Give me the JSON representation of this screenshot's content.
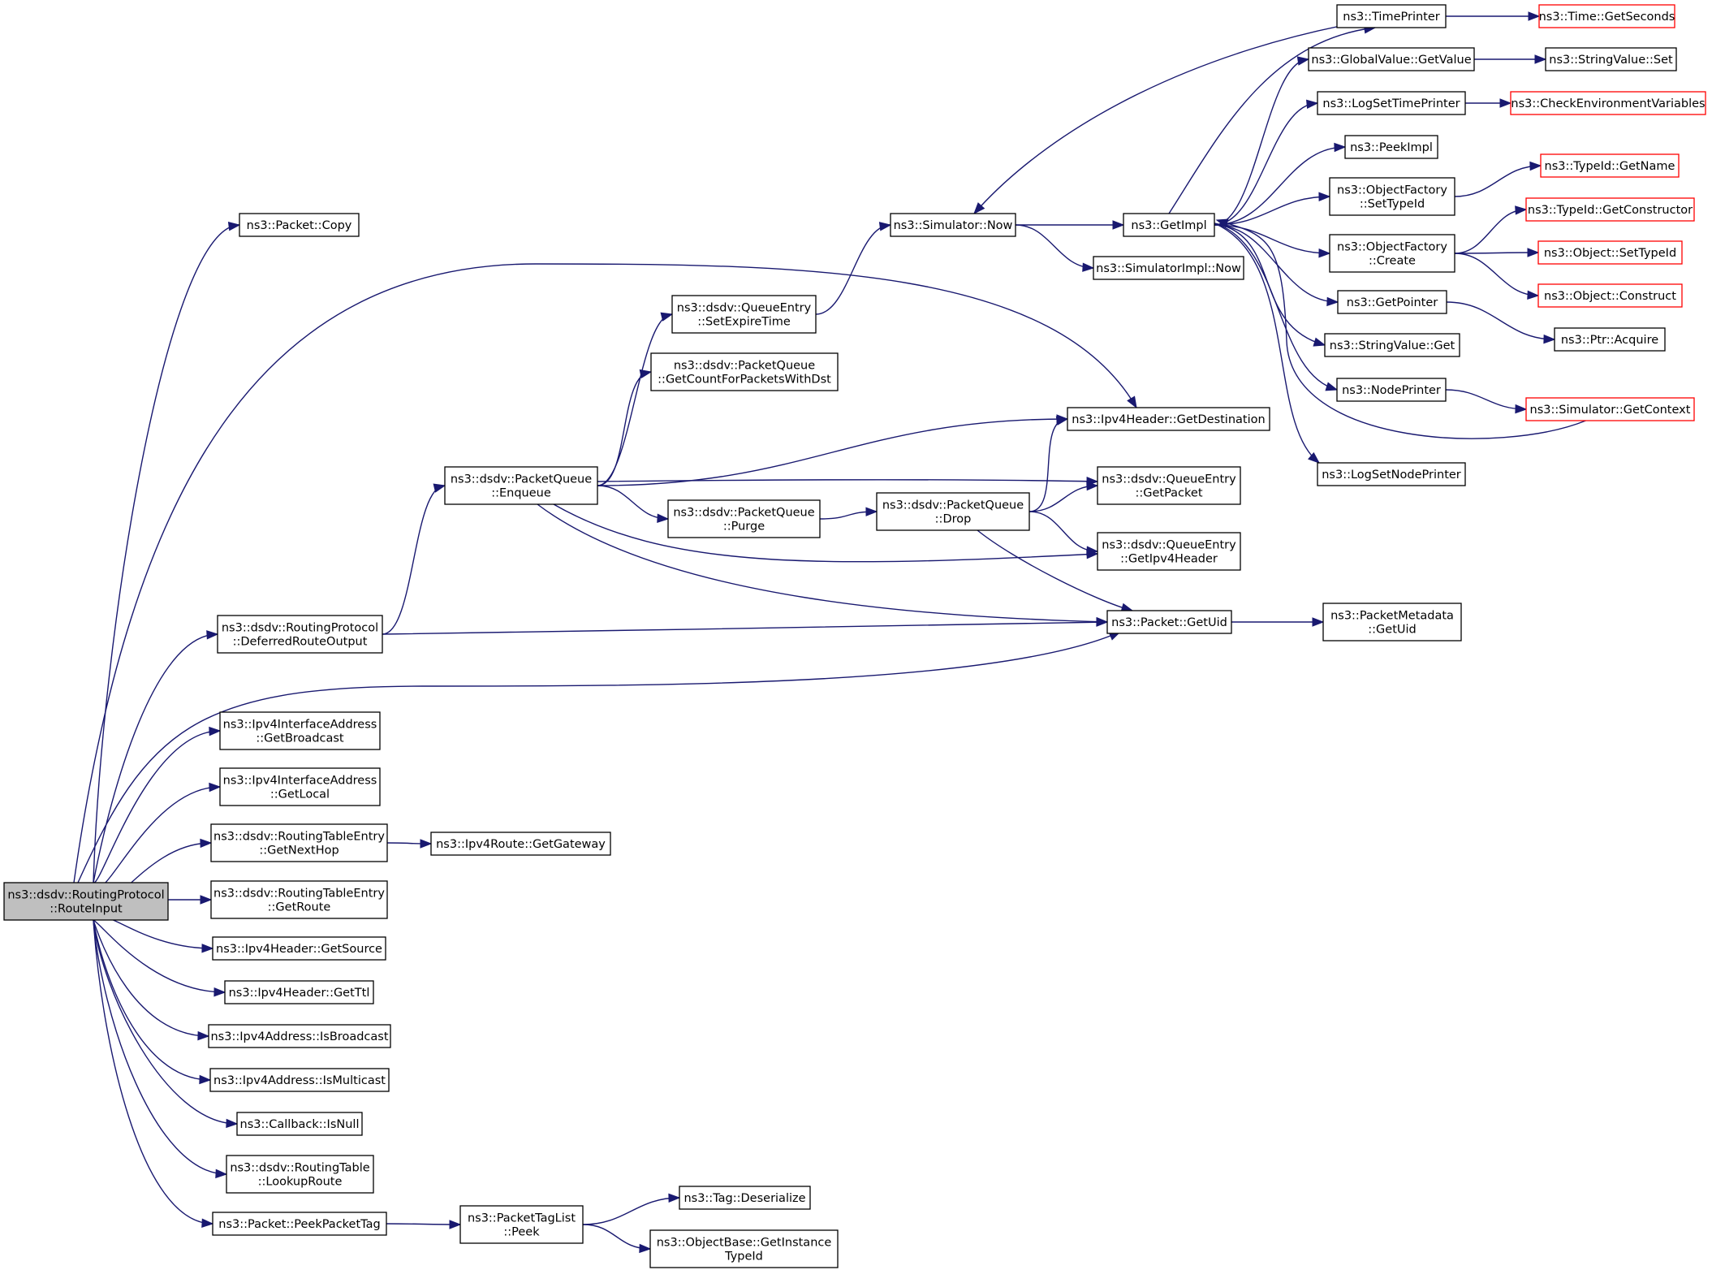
{
  "diagram": {
    "type": "call-graph",
    "colors": {
      "edge": "#191970",
      "root_fill": "#bfbfbf",
      "node_border": "#000000",
      "external_node_border": "#ff0000",
      "background": "#ffffff"
    },
    "nodes": [
      {
        "id": "root",
        "lines": [
          "ns3::dsdv::RoutingProtocol",
          "::RouteInput"
        ],
        "style": "root"
      },
      {
        "id": "packet_copy",
        "lines": [
          "ns3::Packet::Copy"
        ],
        "style": "normal"
      },
      {
        "id": "deferred",
        "lines": [
          "ns3::dsdv::RoutingProtocol",
          "::DeferredRouteOutput"
        ],
        "style": "normal"
      },
      {
        "id": "getbroadcast",
        "lines": [
          "ns3::Ipv4InterfaceAddress",
          "::GetBroadcast"
        ],
        "style": "normal"
      },
      {
        "id": "getlocal",
        "lines": [
          "ns3::Ipv4InterfaceAddress",
          "::GetLocal"
        ],
        "style": "normal"
      },
      {
        "id": "getnexthop",
        "lines": [
          "ns3::dsdv::RoutingTableEntry",
          "::GetNextHop"
        ],
        "style": "normal"
      },
      {
        "id": "getroute",
        "lines": [
          "ns3::dsdv::RoutingTableEntry",
          "::GetRoute"
        ],
        "style": "normal"
      },
      {
        "id": "getsource",
        "lines": [
          "ns3::Ipv4Header::GetSource"
        ],
        "style": "normal"
      },
      {
        "id": "getttl",
        "lines": [
          "ns3::Ipv4Header::GetTtl"
        ],
        "style": "normal"
      },
      {
        "id": "isbroadcast",
        "lines": [
          "ns3::Ipv4Address::IsBroadcast"
        ],
        "style": "normal"
      },
      {
        "id": "ismulticast",
        "lines": [
          "ns3::Ipv4Address::IsMulticast"
        ],
        "style": "normal"
      },
      {
        "id": "isnull",
        "lines": [
          "ns3::Callback::IsNull"
        ],
        "style": "normal"
      },
      {
        "id": "lookuproute",
        "lines": [
          "ns3::dsdv::RoutingTable",
          "::LookupRoute"
        ],
        "style": "normal"
      },
      {
        "id": "peekpackettag",
        "lines": [
          "ns3::Packet::PeekPacketTag"
        ],
        "style": "normal"
      },
      {
        "id": "enqueue",
        "lines": [
          "ns3::dsdv::PacketQueue",
          "::Enqueue"
        ],
        "style": "normal"
      },
      {
        "id": "getgateway",
        "lines": [
          "ns3::Ipv4Route::GetGateway"
        ],
        "style": "normal"
      },
      {
        "id": "taglist_peek",
        "lines": [
          "ns3::PacketTagList",
          "::Peek"
        ],
        "style": "normal"
      },
      {
        "id": "setexpire",
        "lines": [
          "ns3::dsdv::QueueEntry",
          "::SetExpireTime"
        ],
        "style": "normal"
      },
      {
        "id": "getcount",
        "lines": [
          "ns3::dsdv::PacketQueue",
          "::GetCountForPacketsWithDst"
        ],
        "style": "normal"
      },
      {
        "id": "purge",
        "lines": [
          "ns3::dsdv::PacketQueue",
          "::Purge"
        ],
        "style": "normal"
      },
      {
        "id": "tag_deser",
        "lines": [
          "ns3::Tag::Deserialize"
        ],
        "style": "normal"
      },
      {
        "id": "getinstancetypeid",
        "lines": [
          "ns3::ObjectBase::GetInstance",
          "TypeId"
        ],
        "style": "normal"
      },
      {
        "id": "sim_now",
        "lines": [
          "ns3::Simulator::Now"
        ],
        "style": "normal"
      },
      {
        "id": "drop",
        "lines": [
          "ns3::dsdv::PacketQueue",
          "::Drop"
        ],
        "style": "normal"
      },
      {
        "id": "getdest",
        "lines": [
          "ns3::Ipv4Header::GetDestination"
        ],
        "style": "normal"
      },
      {
        "id": "qe_getpacket",
        "lines": [
          "ns3::dsdv::QueueEntry",
          "::GetPacket"
        ],
        "style": "normal"
      },
      {
        "id": "qe_getipv4",
        "lines": [
          "ns3::dsdv::QueueEntry",
          "::GetIpv4Header"
        ],
        "style": "normal"
      },
      {
        "id": "getuid",
        "lines": [
          "ns3::Packet::GetUid"
        ],
        "style": "normal"
      },
      {
        "id": "getimpl",
        "lines": [
          "ns3::GetImpl"
        ],
        "style": "normal"
      },
      {
        "id": "simimpl_now",
        "lines": [
          "ns3::SimulatorImpl::Now"
        ],
        "style": "normal"
      },
      {
        "id": "pm_getuid",
        "lines": [
          "ns3::PacketMetadata",
          "::GetUid"
        ],
        "style": "normal"
      },
      {
        "id": "timeprinter",
        "lines": [
          "ns3::TimePrinter"
        ],
        "style": "normal"
      },
      {
        "id": "gv_getvalue",
        "lines": [
          "ns3::GlobalValue::GetValue"
        ],
        "style": "normal"
      },
      {
        "id": "logsettimeprinter",
        "lines": [
          "ns3::LogSetTimePrinter"
        ],
        "style": "normal"
      },
      {
        "id": "peekimpl",
        "lines": [
          "ns3::PeekImpl"
        ],
        "style": "normal"
      },
      {
        "id": "of_settypeid",
        "lines": [
          "ns3::ObjectFactory",
          "::SetTypeId"
        ],
        "style": "normal"
      },
      {
        "id": "of_create",
        "lines": [
          "ns3::ObjectFactory",
          "::Create"
        ],
        "style": "normal"
      },
      {
        "id": "getpointer",
        "lines": [
          "ns3::GetPointer"
        ],
        "style": "normal"
      },
      {
        "id": "sv_get",
        "lines": [
          "ns3::StringValue::Get"
        ],
        "style": "normal"
      },
      {
        "id": "nodeprinter",
        "lines": [
          "ns3::NodePrinter"
        ],
        "style": "normal"
      },
      {
        "id": "logsetnodeprinter",
        "lines": [
          "ns3::LogSetNodePrinter"
        ],
        "style": "normal"
      },
      {
        "id": "time_getseconds",
        "lines": [
          "ns3::Time::GetSeconds"
        ],
        "style": "external"
      },
      {
        "id": "sv_set",
        "lines": [
          "ns3::StringValue::Set"
        ],
        "style": "normal"
      },
      {
        "id": "checkenv",
        "lines": [
          "ns3::CheckEnvironmentVariables"
        ],
        "style": "external"
      },
      {
        "id": "typeid_getname",
        "lines": [
          "ns3::TypeId::GetName"
        ],
        "style": "external"
      },
      {
        "id": "typeid_getctor",
        "lines": [
          "ns3::TypeId::GetConstructor"
        ],
        "style": "external"
      },
      {
        "id": "obj_settypeid",
        "lines": [
          "ns3::Object::SetTypeId"
        ],
        "style": "external"
      },
      {
        "id": "obj_construct",
        "lines": [
          "ns3::Object::Construct"
        ],
        "style": "external"
      },
      {
        "id": "ptr_acquire",
        "lines": [
          "ns3::Ptr::Acquire"
        ],
        "style": "normal"
      },
      {
        "id": "sim_getcontext",
        "lines": [
          "ns3::Simulator::GetContext"
        ],
        "style": "external"
      }
    ],
    "edges": [
      {
        "from": "root",
        "to": "packet_copy"
      },
      {
        "from": "root",
        "to": "deferred"
      },
      {
        "from": "root",
        "to": "getdest"
      },
      {
        "from": "root",
        "to": "getuid"
      },
      {
        "from": "root",
        "to": "getbroadcast"
      },
      {
        "from": "root",
        "to": "getlocal"
      },
      {
        "from": "root",
        "to": "getnexthop"
      },
      {
        "from": "root",
        "to": "getroute"
      },
      {
        "from": "root",
        "to": "getsource"
      },
      {
        "from": "root",
        "to": "getttl"
      },
      {
        "from": "root",
        "to": "isbroadcast"
      },
      {
        "from": "root",
        "to": "ismulticast"
      },
      {
        "from": "root",
        "to": "isnull"
      },
      {
        "from": "root",
        "to": "lookuproute"
      },
      {
        "from": "root",
        "to": "peekpackettag"
      },
      {
        "from": "deferred",
        "to": "enqueue"
      },
      {
        "from": "deferred",
        "to": "getuid"
      },
      {
        "from": "getnexthop",
        "to": "getgateway"
      },
      {
        "from": "peekpackettag",
        "to": "taglist_peek"
      },
      {
        "from": "taglist_peek",
        "to": "tag_deser"
      },
      {
        "from": "taglist_peek",
        "to": "getinstancetypeid"
      },
      {
        "from": "enqueue",
        "to": "setexpire"
      },
      {
        "from": "enqueue",
        "to": "getcount"
      },
      {
        "from": "enqueue",
        "to": "getdest"
      },
      {
        "from": "enqueue",
        "to": "qe_getpacket"
      },
      {
        "from": "enqueue",
        "to": "purge"
      },
      {
        "from": "enqueue",
        "to": "qe_getipv4"
      },
      {
        "from": "enqueue",
        "to": "getuid"
      },
      {
        "from": "setexpire",
        "to": "sim_now"
      },
      {
        "from": "purge",
        "to": "drop"
      },
      {
        "from": "drop",
        "to": "getdest"
      },
      {
        "from": "drop",
        "to": "qe_getpacket"
      },
      {
        "from": "drop",
        "to": "qe_getipv4"
      },
      {
        "from": "drop",
        "to": "getuid"
      },
      {
        "from": "sim_now",
        "to": "getimpl"
      },
      {
        "from": "sim_now",
        "to": "simimpl_now"
      },
      {
        "from": "getuid",
        "to": "pm_getuid"
      },
      {
        "from": "getimpl",
        "to": "timeprinter"
      },
      {
        "from": "getimpl",
        "to": "gv_getvalue"
      },
      {
        "from": "getimpl",
        "to": "logsettimeprinter"
      },
      {
        "from": "getimpl",
        "to": "peekimpl"
      },
      {
        "from": "getimpl",
        "to": "of_settypeid"
      },
      {
        "from": "getimpl",
        "to": "of_create"
      },
      {
        "from": "getimpl",
        "to": "getpointer"
      },
      {
        "from": "getimpl",
        "to": "sv_get"
      },
      {
        "from": "getimpl",
        "to": "nodeprinter"
      },
      {
        "from": "getimpl",
        "to": "logsetnodeprinter"
      },
      {
        "from": "timeprinter",
        "to": "sim_now"
      },
      {
        "from": "timeprinter",
        "to": "time_getseconds"
      },
      {
        "from": "gv_getvalue",
        "to": "sv_set"
      },
      {
        "from": "logsettimeprinter",
        "to": "checkenv"
      },
      {
        "from": "of_settypeid",
        "to": "typeid_getname"
      },
      {
        "from": "of_create",
        "to": "typeid_getctor"
      },
      {
        "from": "of_create",
        "to": "obj_settypeid"
      },
      {
        "from": "of_create",
        "to": "obj_construct"
      },
      {
        "from": "getpointer",
        "to": "ptr_acquire"
      },
      {
        "from": "nodeprinter",
        "to": "sim_getcontext"
      },
      {
        "from": "sim_getcontext",
        "to": "getimpl"
      }
    ]
  }
}
